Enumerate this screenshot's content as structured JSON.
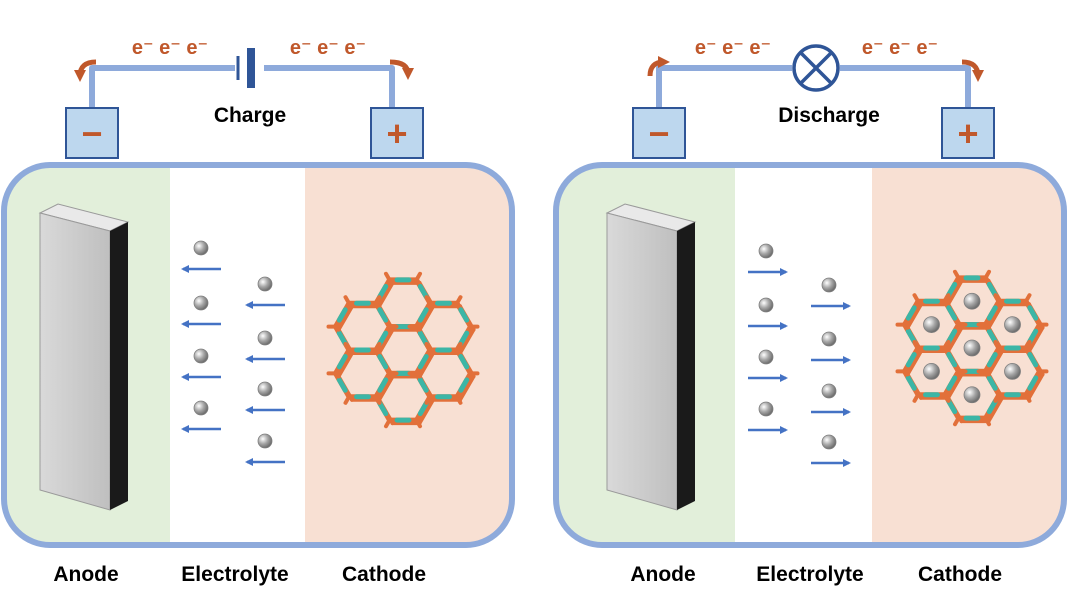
{
  "colors": {
    "wire": "#8eaadb",
    "case_border": "#8eaadb",
    "terminal_fill": "#bdd7ee",
    "terminal_border": "#2f5597",
    "anode_bg": "#e2efda",
    "cathode_bg": "#f8e0d3",
    "electron": "#c0582b",
    "ion_arrow": "#4472c4",
    "mof_orange": "#e2703a",
    "mof_teal": "#3cb6a6"
  },
  "panels": [
    {
      "mode": "Charge",
      "direction": "left",
      "electron_left": "e⁻ e⁻ e⁻",
      "electron_right": "e⁻ e⁻ e⁻",
      "terminal_neg": "−",
      "terminal_pos": "+",
      "labels": {
        "anode": "Anode",
        "electrolyte": "Electrolyte",
        "cathode": "Cathode"
      }
    },
    {
      "mode": "Discharge",
      "direction": "right",
      "electron_left": "e⁻ e⁻ e⁻",
      "electron_right": "e⁻ e⁻ e⁻",
      "terminal_neg": "−",
      "terminal_pos": "+",
      "labels": {
        "anode": "Anode",
        "electrolyte": "Electrolyte",
        "cathode": "Cathode"
      }
    }
  ]
}
